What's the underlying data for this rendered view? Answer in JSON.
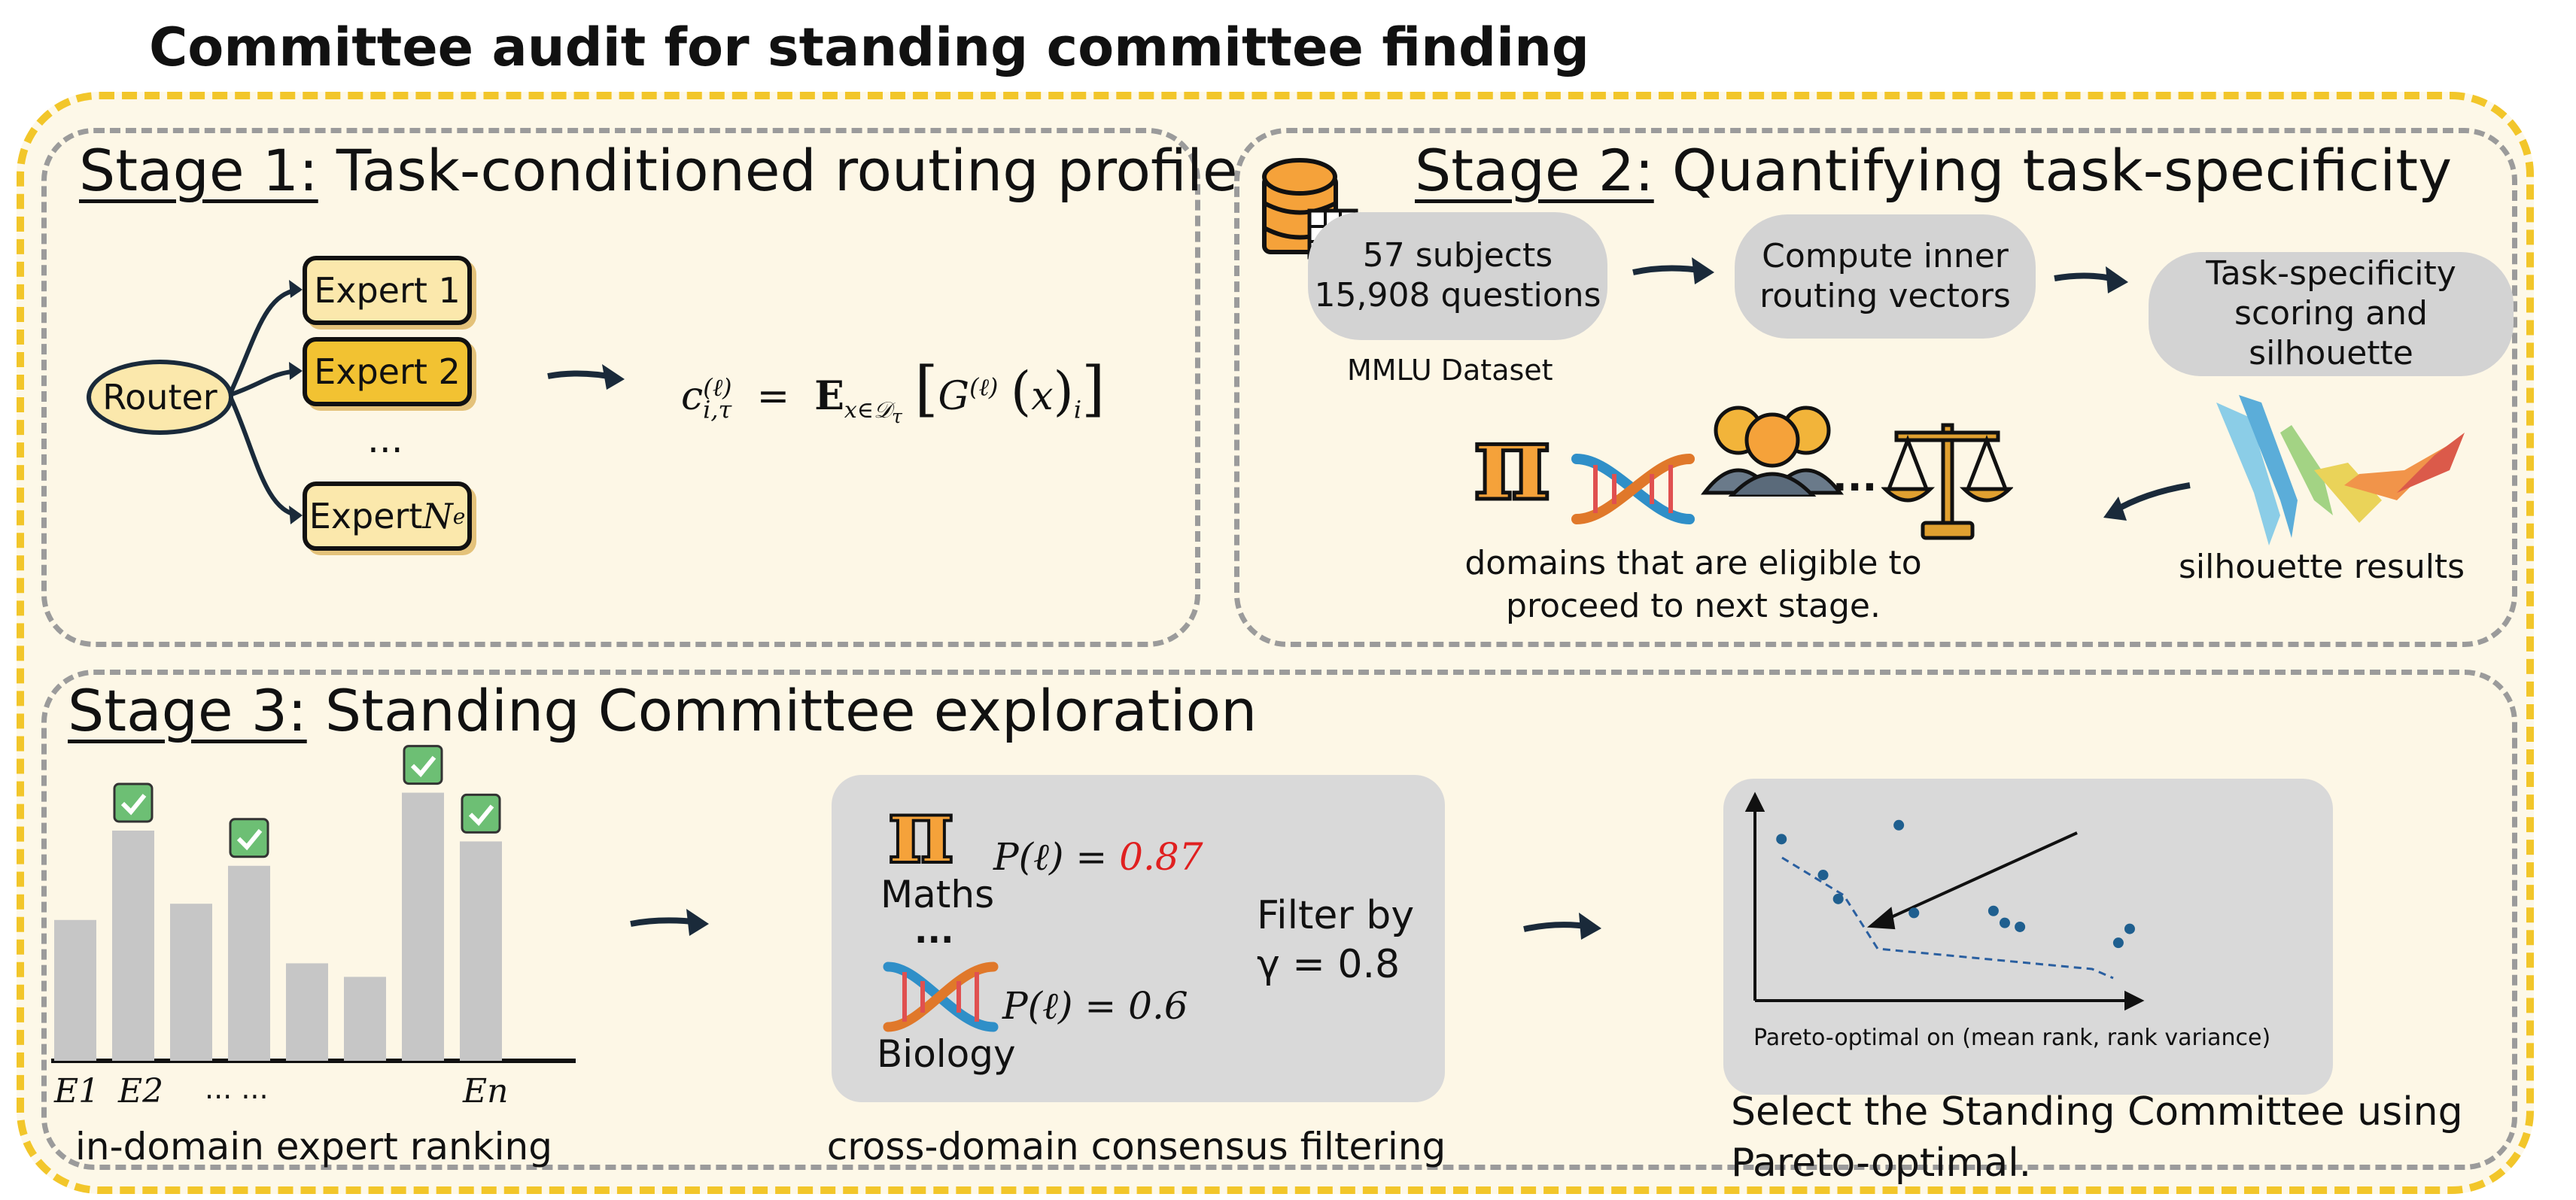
{
  "title": "Committee audit for standing committee finding",
  "stage1": {
    "label": "Stage 1:",
    "title": "Task-conditioned routing profiles",
    "router": "Router",
    "experts": [
      "Expert 1",
      "Expert 2",
      "...",
      "Expert "
    ],
    "expert_n_sub": "N",
    "expert_n_subsub": "e",
    "formula": "c_{i,τ}^{(ℓ)} = E_{x∈D_τ}[G^{(ℓ)}(x)_i]"
  },
  "stage2": {
    "label": "Stage 2:",
    "title": "Quantifying task-specificity",
    "dataset_line1": "57 subjects",
    "dataset_line2": "15,908 questions",
    "dataset_caption": "MMLU Dataset",
    "compute_line1": "Compute inner",
    "compute_line2": "routing vectors",
    "score_line1": "Task-specificity",
    "score_line2": "scoring and silhouette",
    "silhouette_caption": "silhouette results",
    "ellipsis": "...",
    "eligible_line1": "domains that are eligible to",
    "eligible_line2": "proceed to next stage."
  },
  "stage3": {
    "label": "Stage 3:",
    "title": "Standing Committee exploration",
    "ranking_caption": "in-domain expert ranking",
    "bar_values": [
      0.52,
      0.85,
      0.58,
      0.72,
      0.36,
      0.31,
      0.99,
      0.81
    ],
    "bar_checked": [
      false,
      true,
      false,
      true,
      false,
      false,
      true,
      true
    ],
    "axis_labels": [
      "E1",
      "E2",
      "... ...",
      "En"
    ],
    "maths_label": "Maths",
    "maths_prob_prefix": "P(ℓ) = ",
    "maths_prob_value": "0.87",
    "biology_label": "Biology",
    "biology_prob": "P(ℓ) = 0.6",
    "mid_ellipsis": "...",
    "filter_line1": "Filter by",
    "filter_line2": "γ = 0.8",
    "consensus_caption": "cross-domain consensus filtering",
    "pareto_axis_caption": "Pareto-optimal on (mean rank, rank variance)",
    "select_line1": "Select the Standing Committee using",
    "select_line2": "Pareto-optimal.",
    "scatter_points": [
      [
        0.07,
        0.19
      ],
      [
        0.18,
        0.37
      ],
      [
        0.22,
        0.49
      ],
      [
        0.38,
        0.12
      ],
      [
        0.42,
        0.56
      ],
      [
        0.63,
        0.55
      ],
      [
        0.66,
        0.61
      ],
      [
        0.7,
        0.63
      ],
      [
        0.96,
        0.71
      ],
      [
        0.99,
        0.64
      ]
    ],
    "colors": {
      "bar": "#c6c6c6",
      "check": "#6dbf74",
      "point": "#1f5f8f",
      "accent": "#f2c62a"
    }
  }
}
